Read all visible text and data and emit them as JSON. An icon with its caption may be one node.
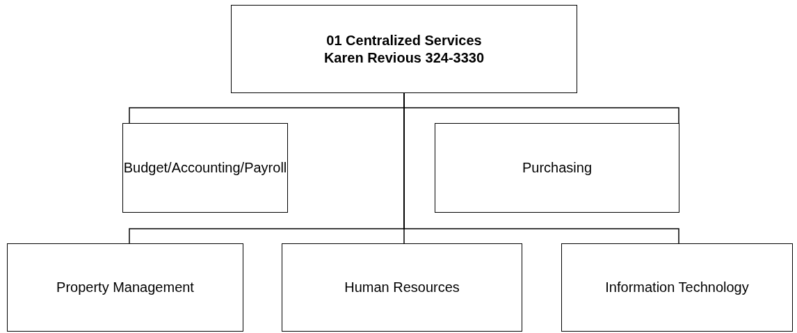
{
  "diagram": {
    "nodes": [
      {
        "text": [
          "01 Centralized Services",
          "Karen Revious 324-3330"
        ]
      },
      {
        "text": [
          "Budget/Accounting/Payroll"
        ]
      },
      {
        "text": [
          "Purchasing"
        ]
      },
      {
        "text": [
          "Property Management"
        ]
      },
      {
        "text": [
          "Human Resources"
        ]
      },
      {
        "text": [
          "Information Technology"
        ]
      }
    ],
    "edges": [
      {
        "from": 0,
        "to": 1,
        "arrow": "none"
      },
      {
        "from": 0,
        "to": 2,
        "arrow": "none"
      },
      {
        "from": 0,
        "to": 3,
        "arrow": "none"
      },
      {
        "from": 0,
        "to": 4,
        "arrow": "none"
      },
      {
        "from": 0,
        "to": 5,
        "arrow": "none"
      }
    ]
  }
}
